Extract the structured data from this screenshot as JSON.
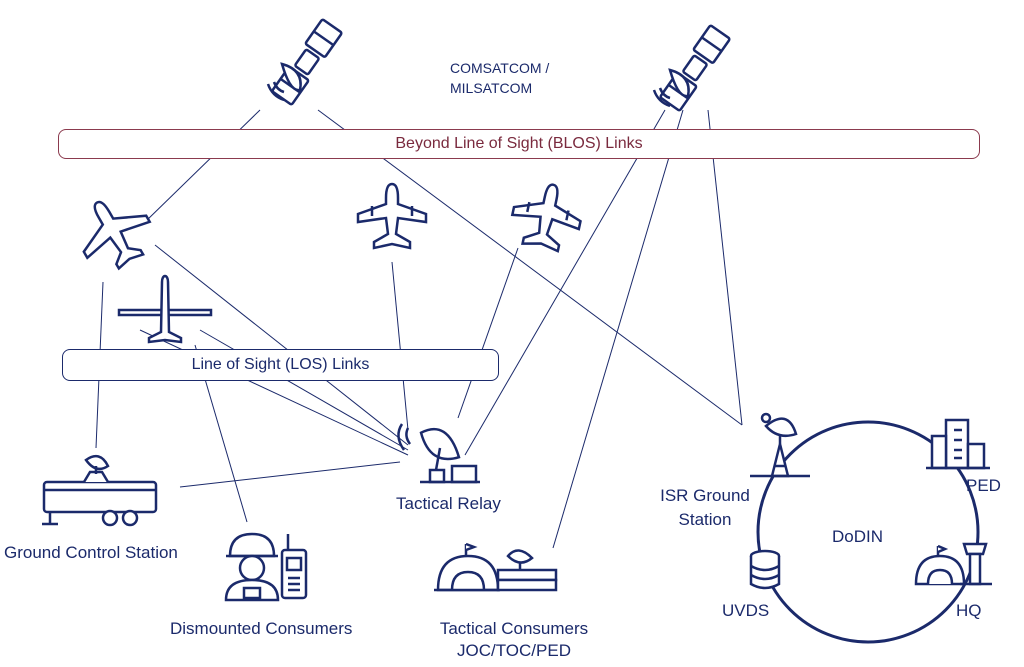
{
  "labels": {
    "comsat": "COMSATCOM / MILSATCOM",
    "blos": "Beyond Line of Sight (BLOS) Links",
    "los": "Line of Sight (LOS) Links",
    "ground_control": "Ground Control Station",
    "tactical_relay": "Tactical Relay",
    "dismounted": "Dismounted Consumers",
    "tactical_consumers_1": "Tactical Consumers",
    "tactical_consumers_2": "JOC/TOC/PED",
    "isr_1": "ISR Ground",
    "isr_2": "Station",
    "dodin": "DoDIN",
    "ped": "PED",
    "hq": "HQ",
    "uvds": "UVDS"
  },
  "colors": {
    "primary": "#1b2a6b",
    "blos_accent": "#7a2a3e"
  },
  "icons": [
    "satellite-icon",
    "jet-aircraft-icon",
    "uav-icon",
    "dish-antenna-icon",
    "trailer-icon",
    "soldier-icon",
    "radio-icon",
    "tent-icon",
    "building-icon",
    "database-icon",
    "control-tower-icon"
  ]
}
